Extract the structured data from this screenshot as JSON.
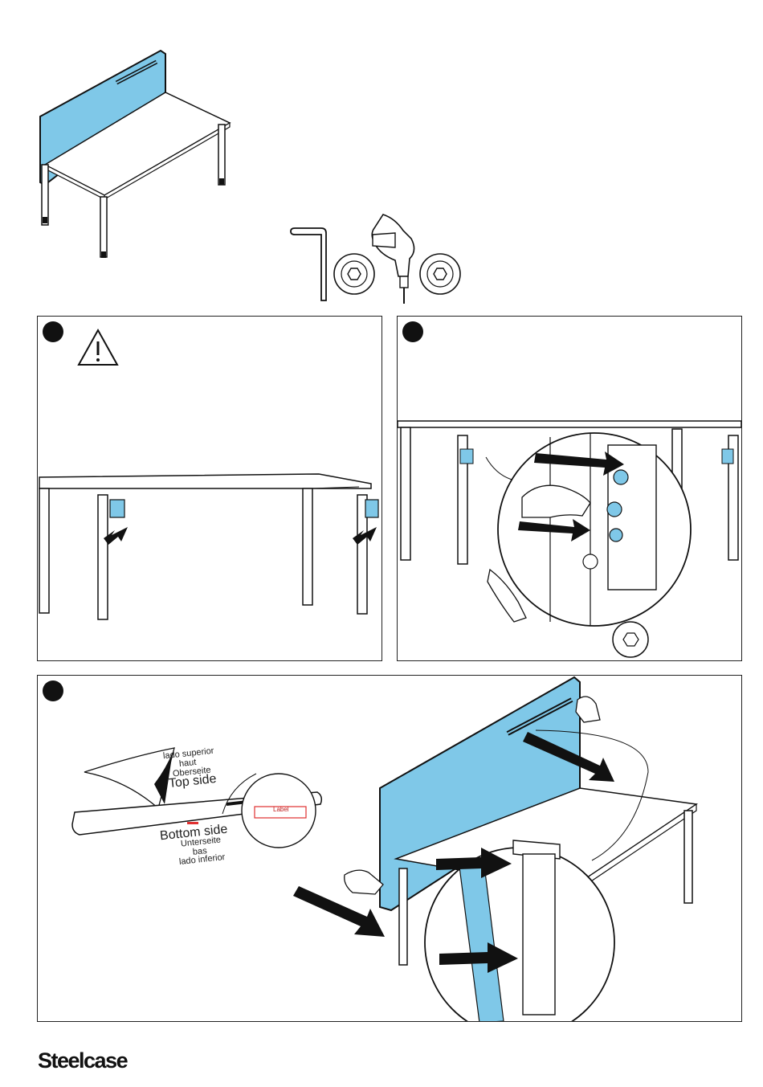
{
  "colors": {
    "screen_blue": "#7fc8e8",
    "ink": "#111111",
    "arrow": "#111111"
  },
  "tools": {
    "allen_key": "allen-key-icon",
    "drill": "cordless-drill-icon",
    "hex_bit": "hex-bit-icon"
  },
  "steps": [
    {
      "number_marker": "step-1",
      "warning": "warning-triangle-icon"
    },
    {
      "number_marker": "step-2"
    },
    {
      "number_marker": "step-3"
    }
  ],
  "orientation_labels": {
    "top": [
      "lado superior",
      "haut",
      "Oberseite",
      "Top side"
    ],
    "bottom": [
      "Bottom side",
      "Unterseite",
      "bas",
      "lado inferior"
    ]
  },
  "sticker_text": "Label",
  "footer": {
    "brand": "Steelcase"
  }
}
